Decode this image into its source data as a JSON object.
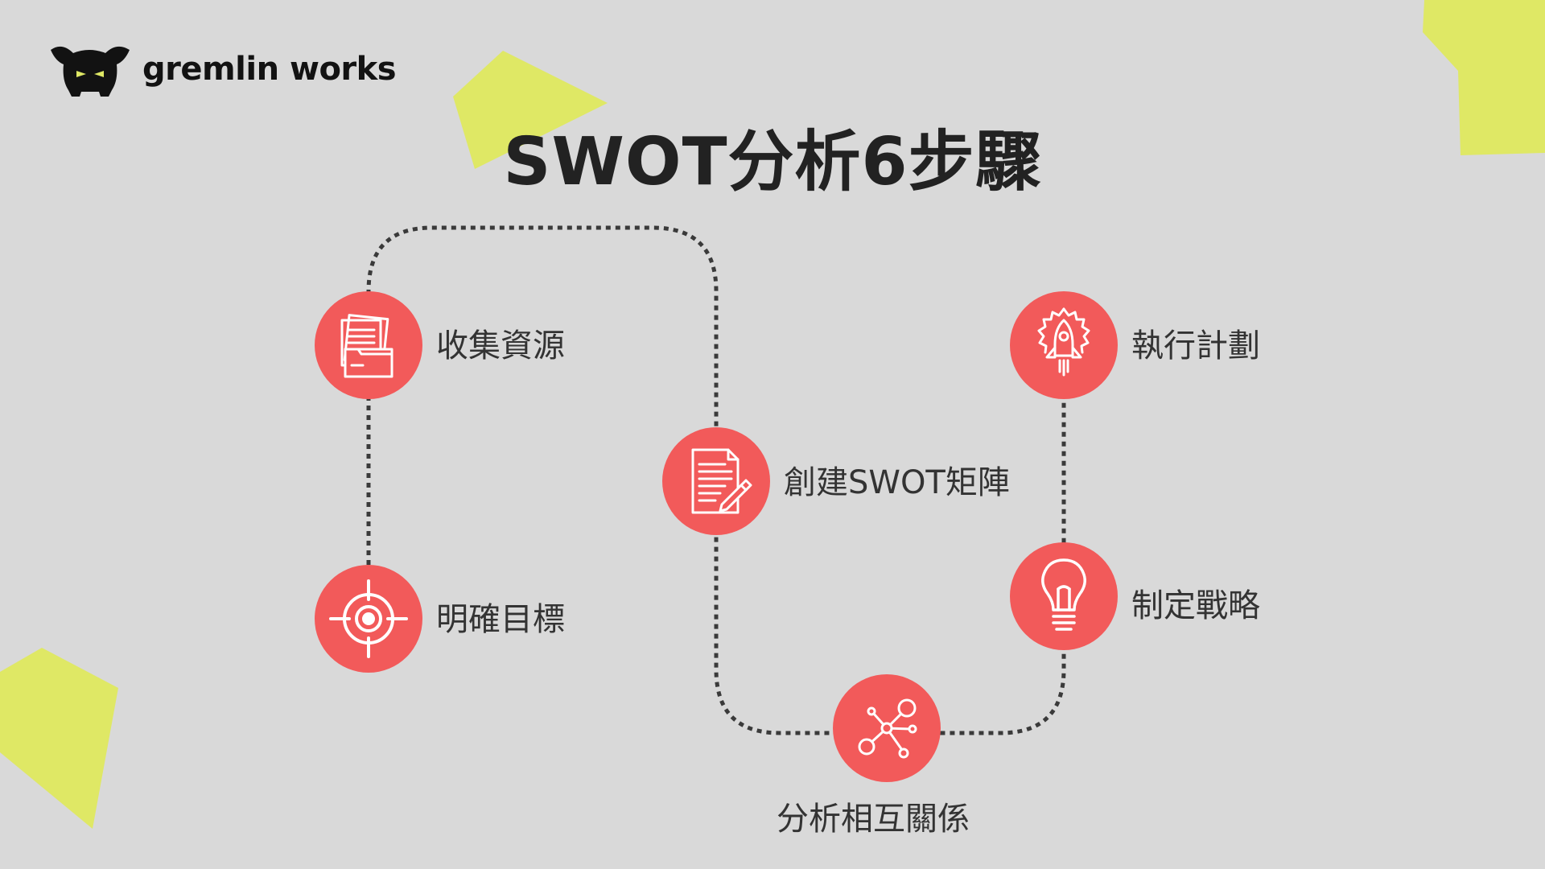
{
  "brand": {
    "name": "gremlin works",
    "icon": "gremlin-mascot-icon"
  },
  "title": "SWOT分析6步驟",
  "colors": {
    "background": "#d9d9d9",
    "accent_circle": "#f25a5a",
    "accent_shape": "#dfe865",
    "text": "#333333",
    "title": "#222222"
  },
  "steps": [
    {
      "label": "收集資源",
      "icon": "folder-documents-icon"
    },
    {
      "label": "明確目標",
      "icon": "target-crosshair-icon"
    },
    {
      "label": "創建SWOT矩陣",
      "icon": "document-pencil-icon"
    },
    {
      "label": "分析相互關係",
      "icon": "network-nodes-icon"
    },
    {
      "label": "制定戰略",
      "icon": "lightbulb-icon"
    },
    {
      "label": "執行計劃",
      "icon": "rocket-gear-icon"
    }
  ]
}
